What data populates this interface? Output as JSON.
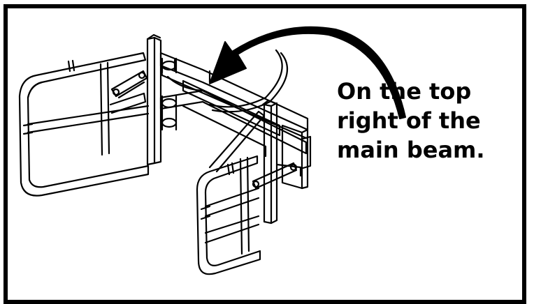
{
  "caption": {
    "lines": [
      "On the top",
      "right of the",
      "main beam."
    ]
  },
  "colors": {
    "ink": "#000000",
    "paper": "#ffffff"
  },
  "icons": {
    "pointer": "curved-arrow-icon",
    "machine": "bale-clamp-attachment-icon"
  }
}
